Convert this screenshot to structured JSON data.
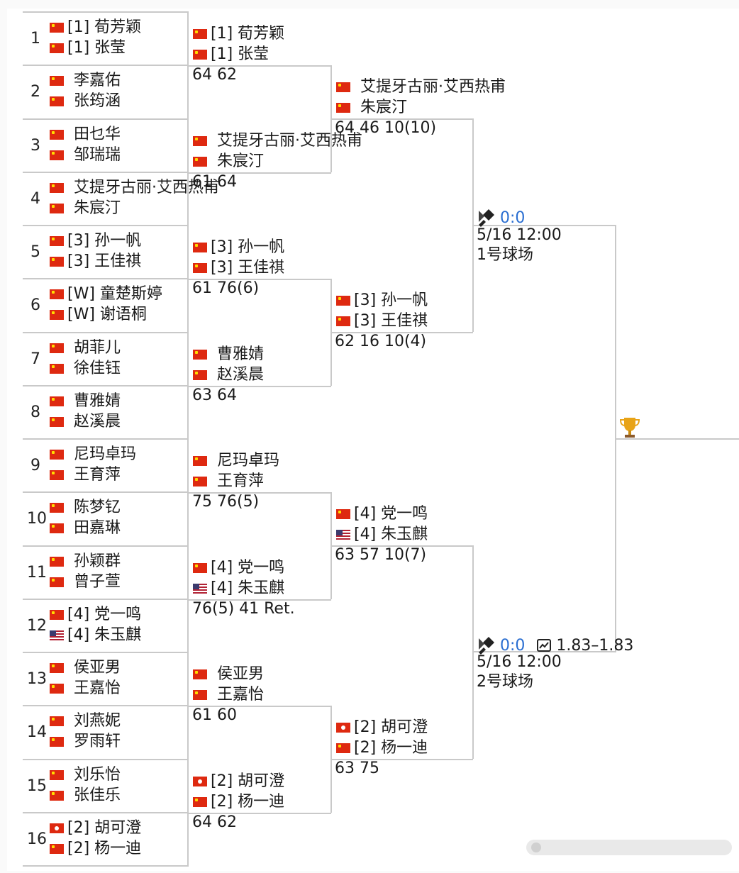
{
  "round1": [
    {
      "seed": "1",
      "players": [
        {
          "flag": "cn",
          "name": "[1] 荀芳颖"
        },
        {
          "flag": "cn",
          "name": "[1] 张莹"
        }
      ]
    },
    {
      "seed": "2",
      "players": [
        {
          "flag": "cn",
          "name": "李嘉佑"
        },
        {
          "flag": "cn",
          "name": "张筠涵"
        }
      ]
    },
    {
      "seed": "3",
      "players": [
        {
          "flag": "cn",
          "name": "田乜华"
        },
        {
          "flag": "cn",
          "name": "邹瑞瑞"
        }
      ]
    },
    {
      "seed": "4",
      "players": [
        {
          "flag": "cn",
          "name": "艾提牙古丽·艾西热甫"
        },
        {
          "flag": "cn",
          "name": "朱宸汀"
        }
      ]
    },
    {
      "seed": "5",
      "players": [
        {
          "flag": "cn",
          "name": "[3] 孙一帆"
        },
        {
          "flag": "cn",
          "name": "[3] 王佳祺"
        }
      ]
    },
    {
      "seed": "6",
      "players": [
        {
          "flag": "cn",
          "name": "[W] 童楚斯婷"
        },
        {
          "flag": "cn",
          "name": "[W] 谢语桐"
        }
      ]
    },
    {
      "seed": "7",
      "players": [
        {
          "flag": "cn",
          "name": "胡菲儿"
        },
        {
          "flag": "cn",
          "name": "徐佳钰"
        }
      ]
    },
    {
      "seed": "8",
      "players": [
        {
          "flag": "cn",
          "name": "曹雅婧"
        },
        {
          "flag": "cn",
          "name": "赵溪晨"
        }
      ]
    },
    {
      "seed": "9",
      "players": [
        {
          "flag": "cn",
          "name": "尼玛卓玛"
        },
        {
          "flag": "cn",
          "name": "王育萍"
        }
      ]
    },
    {
      "seed": "10",
      "players": [
        {
          "flag": "cn",
          "name": "陈梦钇"
        },
        {
          "flag": "cn",
          "name": "田嘉琳"
        }
      ]
    },
    {
      "seed": "11",
      "players": [
        {
          "flag": "cn",
          "name": "孙颖群"
        },
        {
          "flag": "cn",
          "name": "曾子萱"
        }
      ]
    },
    {
      "seed": "12",
      "players": [
        {
          "flag": "cn",
          "name": "[4] 党一鸣"
        },
        {
          "flag": "us",
          "name": "[4] 朱玉麒"
        }
      ]
    },
    {
      "seed": "13",
      "players": [
        {
          "flag": "cn",
          "name": "侯亚男"
        },
        {
          "flag": "cn",
          "name": "王嘉怡"
        }
      ]
    },
    {
      "seed": "14",
      "players": [
        {
          "flag": "cn",
          "name": "刘燕妮"
        },
        {
          "flag": "cn",
          "name": "罗雨轩"
        }
      ]
    },
    {
      "seed": "15",
      "players": [
        {
          "flag": "cn",
          "name": "刘乐怡"
        },
        {
          "flag": "cn",
          "name": "张佳乐"
        }
      ]
    },
    {
      "seed": "16",
      "players": [
        {
          "flag": "hk",
          "name": "[2] 胡可澄"
        },
        {
          "flag": "cn",
          "name": "[2] 杨一迪"
        }
      ]
    }
  ],
  "round2": [
    {
      "players": [
        {
          "flag": "cn",
          "name": "[1] 荀芳颖"
        },
        {
          "flag": "cn",
          "name": "[1] 张莹"
        }
      ],
      "score": "64 62"
    },
    {
      "players": [
        {
          "flag": "cn",
          "name": "艾提牙古丽·艾西热甫"
        },
        {
          "flag": "cn",
          "name": "朱宸汀"
        }
      ],
      "score": "61 64"
    },
    {
      "players": [
        {
          "flag": "cn",
          "name": "[3] 孙一帆"
        },
        {
          "flag": "cn",
          "name": "[3] 王佳祺"
        }
      ],
      "score": "61 76(6)"
    },
    {
      "players": [
        {
          "flag": "cn",
          "name": "曹雅婧"
        },
        {
          "flag": "cn",
          "name": "赵溪晨"
        }
      ],
      "score": "63 64"
    },
    {
      "players": [
        {
          "flag": "cn",
          "name": "尼玛卓玛"
        },
        {
          "flag": "cn",
          "name": "王育萍"
        }
      ],
      "score": "75 76(5)"
    },
    {
      "players": [
        {
          "flag": "cn",
          "name": "[4] 党一鸣"
        },
        {
          "flag": "us",
          "name": "[4] 朱玉麒"
        }
      ],
      "score": "76(5) 41 Ret."
    },
    {
      "players": [
        {
          "flag": "cn",
          "name": "侯亚男"
        },
        {
          "flag": "cn",
          "name": "王嘉怡"
        }
      ],
      "score": "61 60"
    },
    {
      "players": [
        {
          "flag": "hk",
          "name": "[2] 胡可澄"
        },
        {
          "flag": "cn",
          "name": "[2] 杨一迪"
        }
      ],
      "score": "64 62"
    }
  ],
  "round3": [
    {
      "players": [
        {
          "flag": "cn",
          "name": "艾提牙古丽·艾西热甫"
        },
        {
          "flag": "cn",
          "name": "朱宸汀"
        }
      ],
      "score": "64 46 10(10)"
    },
    {
      "players": [
        {
          "flag": "cn",
          "name": "[3] 孙一帆"
        },
        {
          "flag": "cn",
          "name": "[3] 王佳祺"
        }
      ],
      "score": "62 16 10(4)"
    },
    {
      "players": [
        {
          "flag": "cn",
          "name": "[4] 党一鸣"
        },
        {
          "flag": "us",
          "name": "[4] 朱玉麒"
        }
      ],
      "score": "63 57 10(7)"
    },
    {
      "players": [
        {
          "flag": "hk",
          "name": "[2] 胡可澄"
        },
        {
          "flag": "cn",
          "name": "[2] 杨一迪"
        }
      ],
      "score": "63 75"
    }
  ],
  "semis": [
    {
      "live_score": "0:0",
      "time": "5/16 12:00",
      "court": "1号球场"
    },
    {
      "live_score": "0:0",
      "odds": "1.83–1.83",
      "time": "5/16 12:00",
      "court": "2号球场"
    }
  ],
  "icons": {
    "match": "tennis-racket-icon",
    "odds": "trend-chart-icon",
    "final": "trophy-icon"
  },
  "colors": {
    "link_blue": "#2a6ed1",
    "line": "#c9c9c9",
    "cn_flag": "#de2910"
  }
}
